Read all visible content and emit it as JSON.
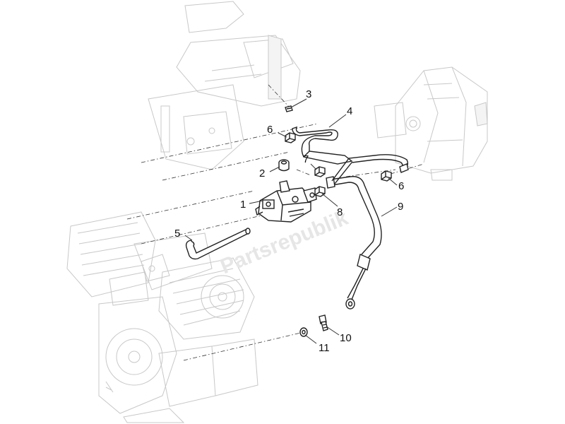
{
  "diagram": {
    "watermark": "Partsrepublik",
    "callouts": [
      {
        "id": "1",
        "label": "1"
      },
      {
        "id": "2",
        "label": "2"
      },
      {
        "id": "3",
        "label": "3"
      },
      {
        "id": "4",
        "label": "4"
      },
      {
        "id": "5",
        "label": "5"
      },
      {
        "id": "6a",
        "label": "6"
      },
      {
        "id": "6b",
        "label": "6"
      },
      {
        "id": "7",
        "label": "7"
      },
      {
        "id": "8",
        "label": "8"
      },
      {
        "id": "9",
        "label": "9"
      },
      {
        "id": "10",
        "label": "10"
      },
      {
        "id": "11",
        "label": "11"
      }
    ]
  },
  "colors": {
    "background": "#ffffff",
    "ghost": "#c8c8c8",
    "ink": "#222222"
  }
}
